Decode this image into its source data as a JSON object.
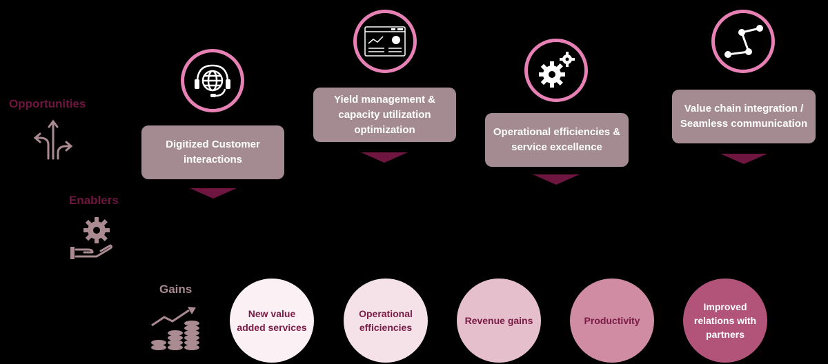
{
  "sections": {
    "opportunities": "Opportunities",
    "enablers": "Enablers",
    "gains": "Gains"
  },
  "opportunities": [
    {
      "label": "Digitized Customer interactions",
      "icon": "headset-globe-icon"
    },
    {
      "label": "Yield management & capacity utilization optimization",
      "icon": "dashboard-icon"
    },
    {
      "label": "Operational efficiencies & service excellence",
      "icon": "gears-icon"
    },
    {
      "label": "Value chain integration / Seamless communication",
      "icon": "network-nodes-icon"
    }
  ],
  "gains": [
    {
      "label": "New value added services",
      "color": "#fbf1f4",
      "text_color": "#7a1a45"
    },
    {
      "label": "Operational efficiencies",
      "color": "#f4e2e8",
      "text_color": "#7a1a45"
    },
    {
      "label": "Revenue gains",
      "color": "#e5bfcc",
      "text_color": "#7a1a45"
    },
    {
      "label": "Productivity",
      "color": "#d08ca3",
      "text_color": "#7a1a45"
    },
    {
      "label": "Improved relations with partners",
      "color": "#b25479",
      "text_color": "#ffffff"
    }
  ],
  "colors": {
    "label": "#6e1640",
    "card": "#a38b91",
    "ring": "#e780b5",
    "arrow": "#6e1640",
    "icon_muted": "#a98b91"
  }
}
